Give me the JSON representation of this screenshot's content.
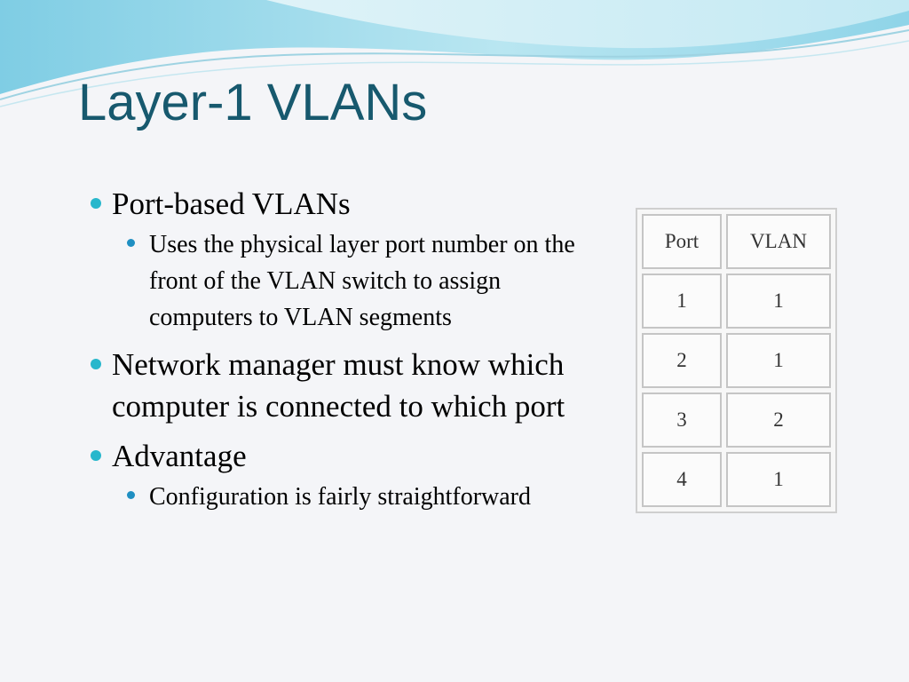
{
  "slide": {
    "title": "Layer-1 VLANs",
    "bullets": [
      {
        "text": "Port-based VLANs",
        "sub": [
          "Uses the physical layer port number on the front of the VLAN switch to assign computers to VLAN segments"
        ]
      },
      {
        "text": "Network manager must know which computer is connected to which port",
        "sub": []
      },
      {
        "text": "Advantage",
        "sub": [
          "Configuration is fairly straightforward"
        ]
      }
    ]
  },
  "table": {
    "headers": [
      "Port",
      "VLAN"
    ],
    "rows": [
      [
        "1",
        "1"
      ],
      [
        "2",
        "1"
      ],
      [
        "3",
        "2"
      ],
      [
        "4",
        "1"
      ]
    ]
  },
  "colors": {
    "title": "#17596e",
    "bullet_level1": "#28b7cc",
    "bullet_level2": "#1f8fc2",
    "wave_main": "#8fd4e8",
    "background": "#f4f5f8"
  }
}
